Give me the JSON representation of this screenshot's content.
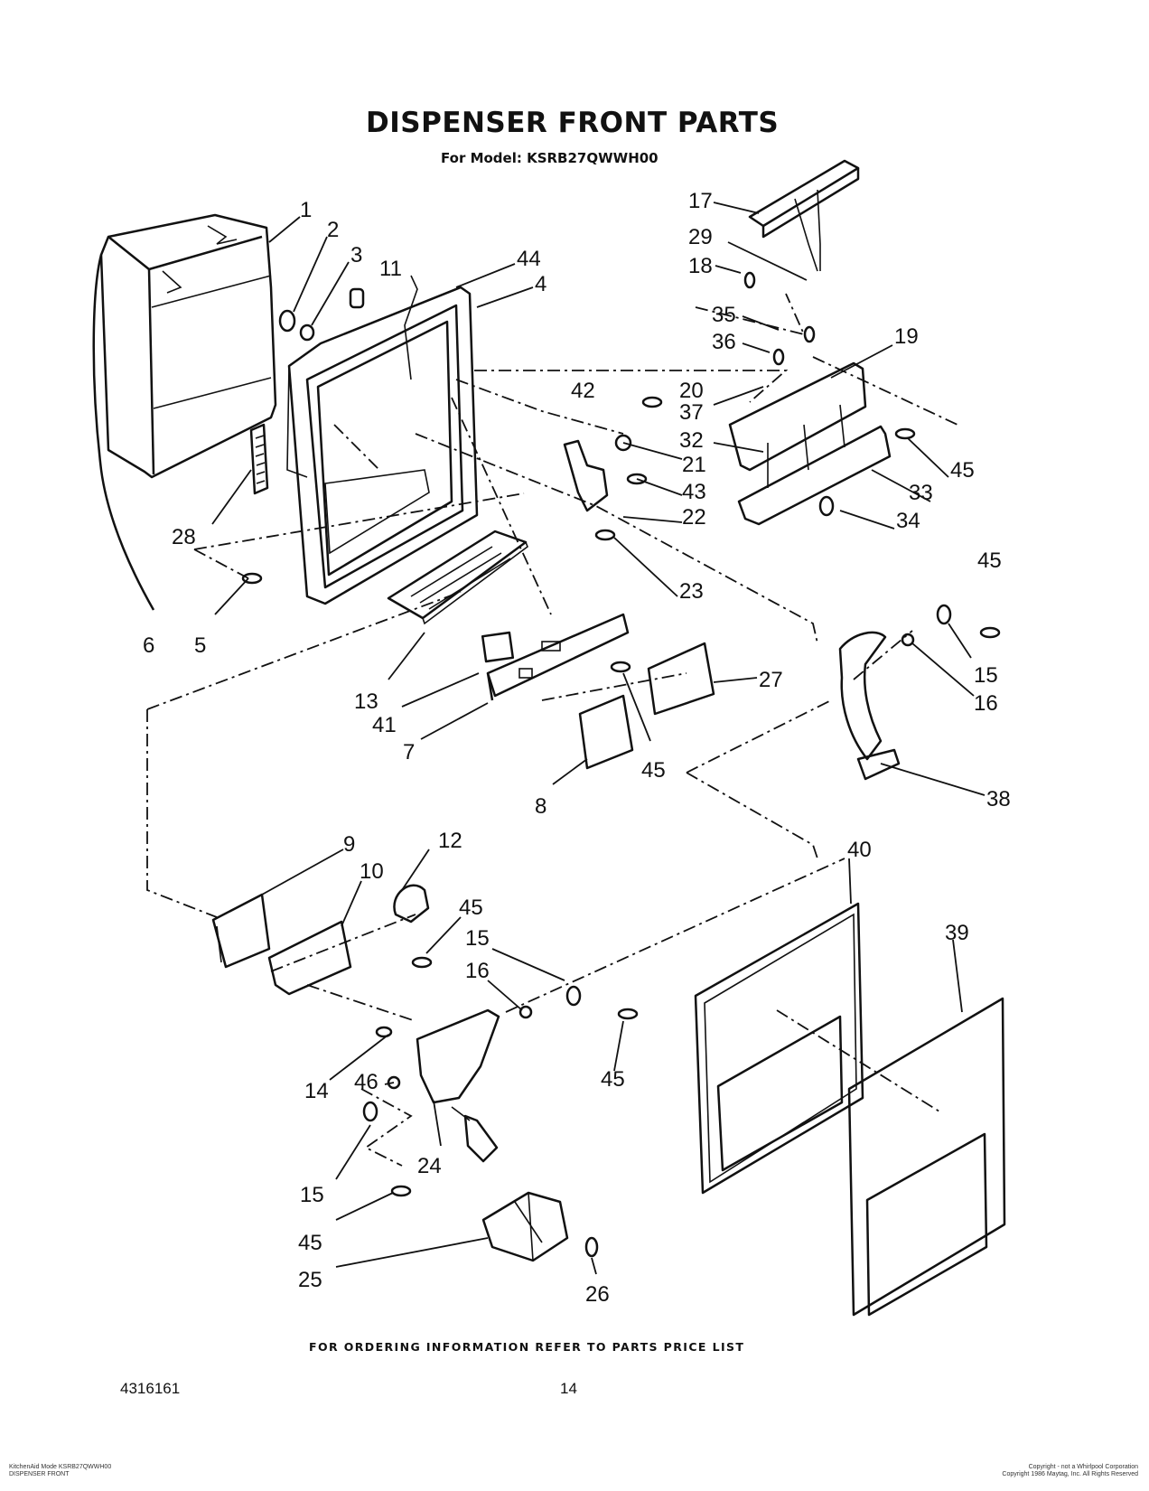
{
  "page": {
    "title": "DISPENSER FRONT PARTS",
    "subtitle": "For Model: KSRB27QWWH00",
    "footer": "FOR ORDERING INFORMATION REFER TO PARTS PRICE LIST",
    "doc_number": "4316161",
    "page_number": "14",
    "fine_print_left": [
      "KitchenAid Mode KSRB27QWWH00",
      "DISPENSER FRONT"
    ],
    "fine_print_right": [
      "Copyright - not a Whirlpool Corporation",
      "Copyright 1986 Maytag, Inc. All Rights Reserved"
    ]
  },
  "callouts": [
    "1",
    "2",
    "3",
    "11",
    "44",
    "4",
    "6",
    "5",
    "28",
    "17",
    "29",
    "18",
    "35",
    "36",
    "19",
    "20",
    "37",
    "42",
    "32",
    "21",
    "45",
    "33",
    "43",
    "22",
    "34",
    "23",
    "45",
    "15",
    "16",
    "27",
    "13",
    "41",
    "7",
    "45",
    "8",
    "38",
    "9",
    "10",
    "12",
    "45",
    "15",
    "16",
    "40",
    "39",
    "14",
    "46",
    "45",
    "24",
    "15",
    "45",
    "25",
    "26"
  ],
  "icons": [
    "exploded-parts-diagram"
  ]
}
